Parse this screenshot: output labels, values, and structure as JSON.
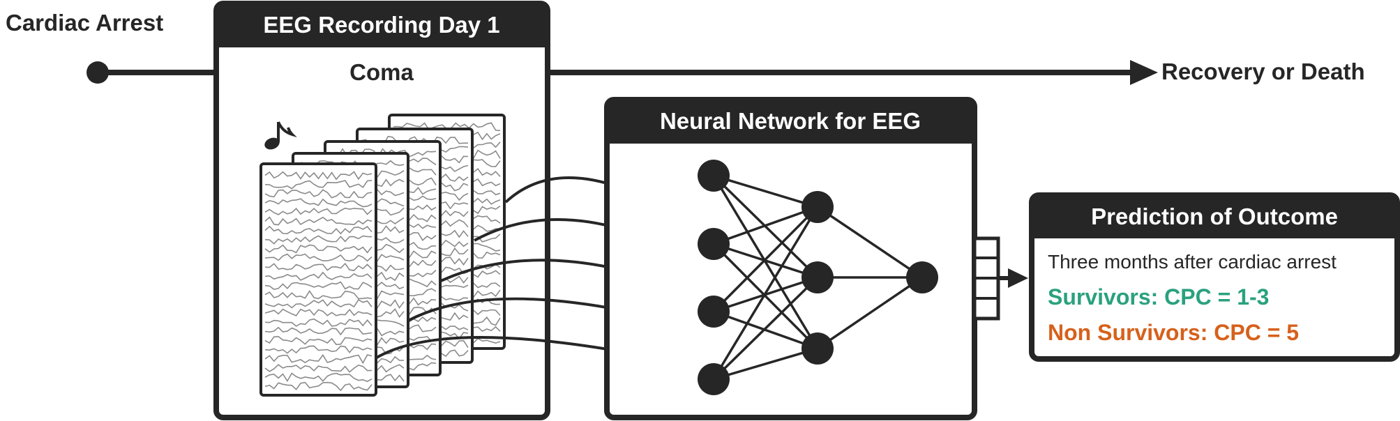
{
  "timeline": {
    "start_label": "Cardiac Arrest",
    "coma_label": "Coma",
    "end_label": "Recovery or Death"
  },
  "eeg_panel": {
    "title": "EEG Recording Day 1"
  },
  "network_panel": {
    "title": "Neural Network for EEG"
  },
  "prediction_panel": {
    "title": "Prediction of Outcome",
    "subtitle": "Three months after cardiac arrest",
    "survivors": "Survivors: CPC = 1-3",
    "non_survivors": "Non Survivors: CPC = 5"
  },
  "colors": {
    "dark": "#262626",
    "survivors": "#2aa17e",
    "non_survivors": "#d6611b"
  },
  "icons": {
    "music": "music-note-icon"
  }
}
